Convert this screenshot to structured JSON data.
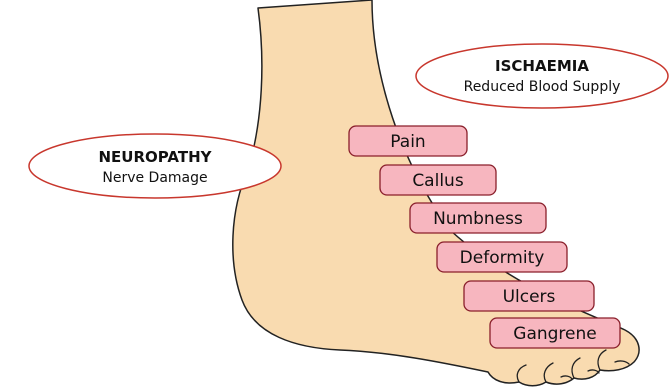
{
  "colors": {
    "foot_fill": "#f9dbb0",
    "foot_stroke": "#222222",
    "label_fill": "#f7b6bf",
    "label_stroke": "#8a1f2b",
    "oval_fill": "#ffffff",
    "oval_stroke": "#c8372d",
    "text": "#111111"
  },
  "neuropathy": {
    "title": "NEUROPATHY",
    "subtitle": "Nerve Damage"
  },
  "ischaemia": {
    "title": "ISCHAEMIA",
    "subtitle": "Reduced Blood Supply"
  },
  "symptoms": [
    "Pain",
    "Callus",
    "Numbness",
    "Deformity",
    "Ulcers",
    "Gangrene"
  ]
}
